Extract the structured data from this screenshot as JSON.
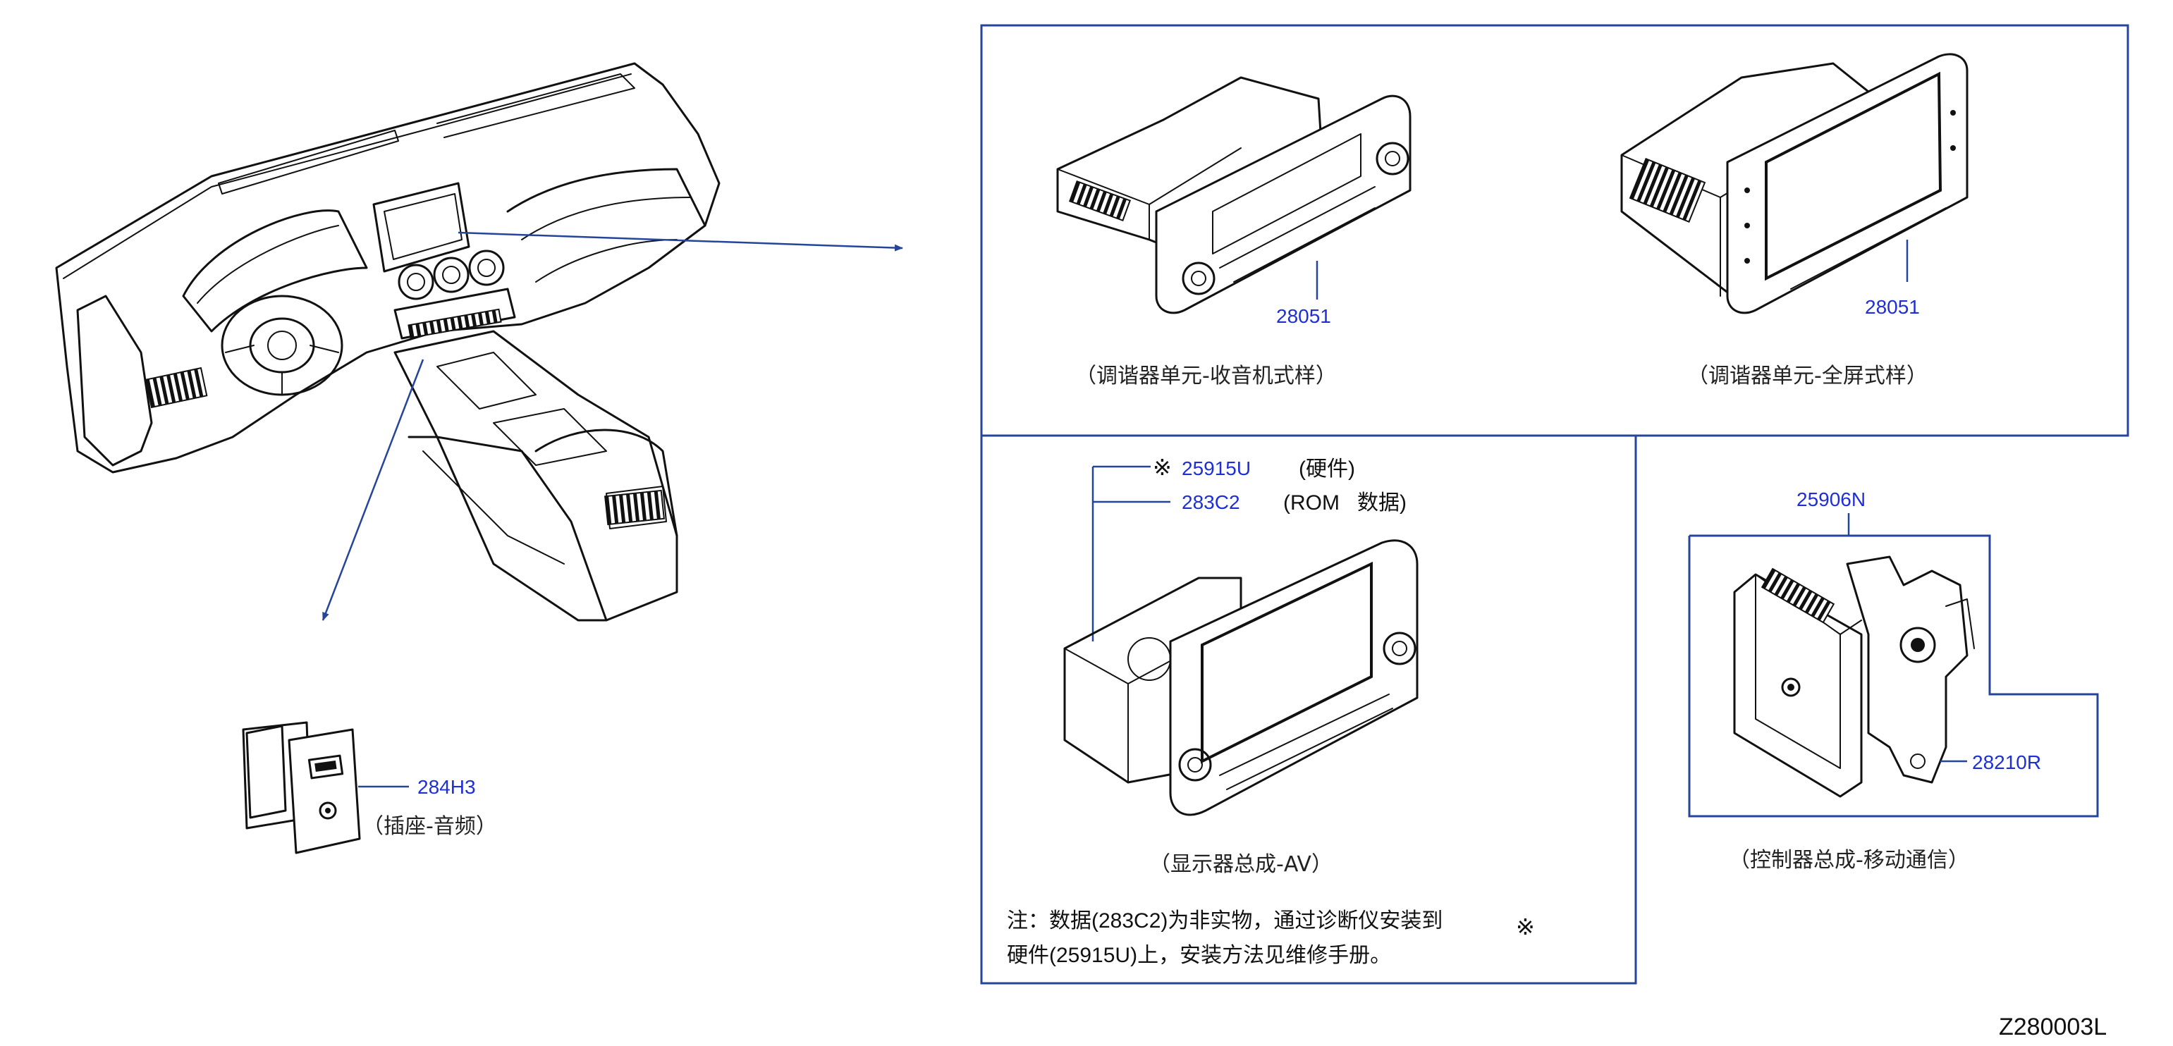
{
  "parts": {
    "tuner_radio": {
      "part_no": "28051",
      "caption": "（调谐器单元-收音机式样）"
    },
    "tuner_fullscreen": {
      "part_no": "28051",
      "caption": "（调谐器单元-全屏式样）"
    },
    "display_av": {
      "hardware_mark": "※",
      "hardware_no": "25915U",
      "hardware_label": "(硬件)",
      "rom_no": "283C2",
      "rom_label": "(ROM   数据)",
      "caption": "（显示器总成-AV）"
    },
    "controller": {
      "part_no": "25906N",
      "bracket_no": "28210R",
      "caption": "（控制器总成-移动通信）"
    },
    "socket": {
      "part_no": "284H3",
      "caption": "（插座-音频）"
    }
  },
  "note": {
    "line1": "注：数据(283C2)为非实物，通过诊断仪安装到",
    "line2": "硬件(25915U)上，安装方法见维修手册。",
    "mark": "※"
  },
  "drawing_code": "Z280003L",
  "colors": {
    "frame": "#24459a",
    "part_number": "#1f2fd6",
    "ink": "#111111"
  }
}
